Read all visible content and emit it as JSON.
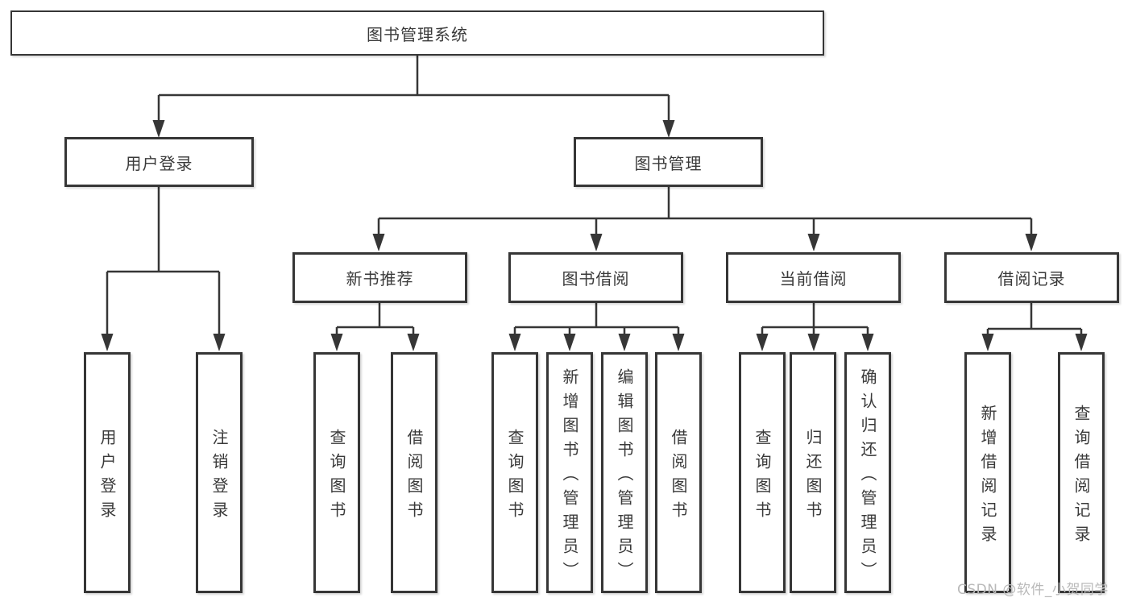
{
  "diagram": {
    "root": {
      "label": "图书管理系统"
    },
    "level1": [
      {
        "label": "用户登录"
      },
      {
        "label": "图书管理"
      }
    ],
    "level2": [
      {
        "label": "新书推荐"
      },
      {
        "label": "图书借阅"
      },
      {
        "label": "当前借阅"
      },
      {
        "label": "借阅记录"
      }
    ],
    "leaves": {
      "user_login": [
        {
          "label": "用户登录"
        },
        {
          "label": "注销登录"
        }
      ],
      "new_book_recommend": [
        {
          "label": "查询图书"
        },
        {
          "label": "借阅图书"
        }
      ],
      "book_borrowing": [
        {
          "label": "查询图书"
        },
        {
          "label": "新增图书（管理员）"
        },
        {
          "label": "编辑图书（管理员）"
        },
        {
          "label": "借阅图书"
        }
      ],
      "current_borrowing": [
        {
          "label": "查询图书"
        },
        {
          "label": "归还图书"
        },
        {
          "label": "确认归还（管理员）"
        }
      ],
      "borrowing_records": [
        {
          "label": "新增借阅记录"
        },
        {
          "label": "查询借阅记录"
        }
      ]
    }
  },
  "watermark": "CSDN @软件_小贺同学",
  "colors": {
    "line": "#363636",
    "border": "#363636",
    "text": "#3a3a3a",
    "background": "#ffffff",
    "watermark": "#b9b9b9"
  }
}
